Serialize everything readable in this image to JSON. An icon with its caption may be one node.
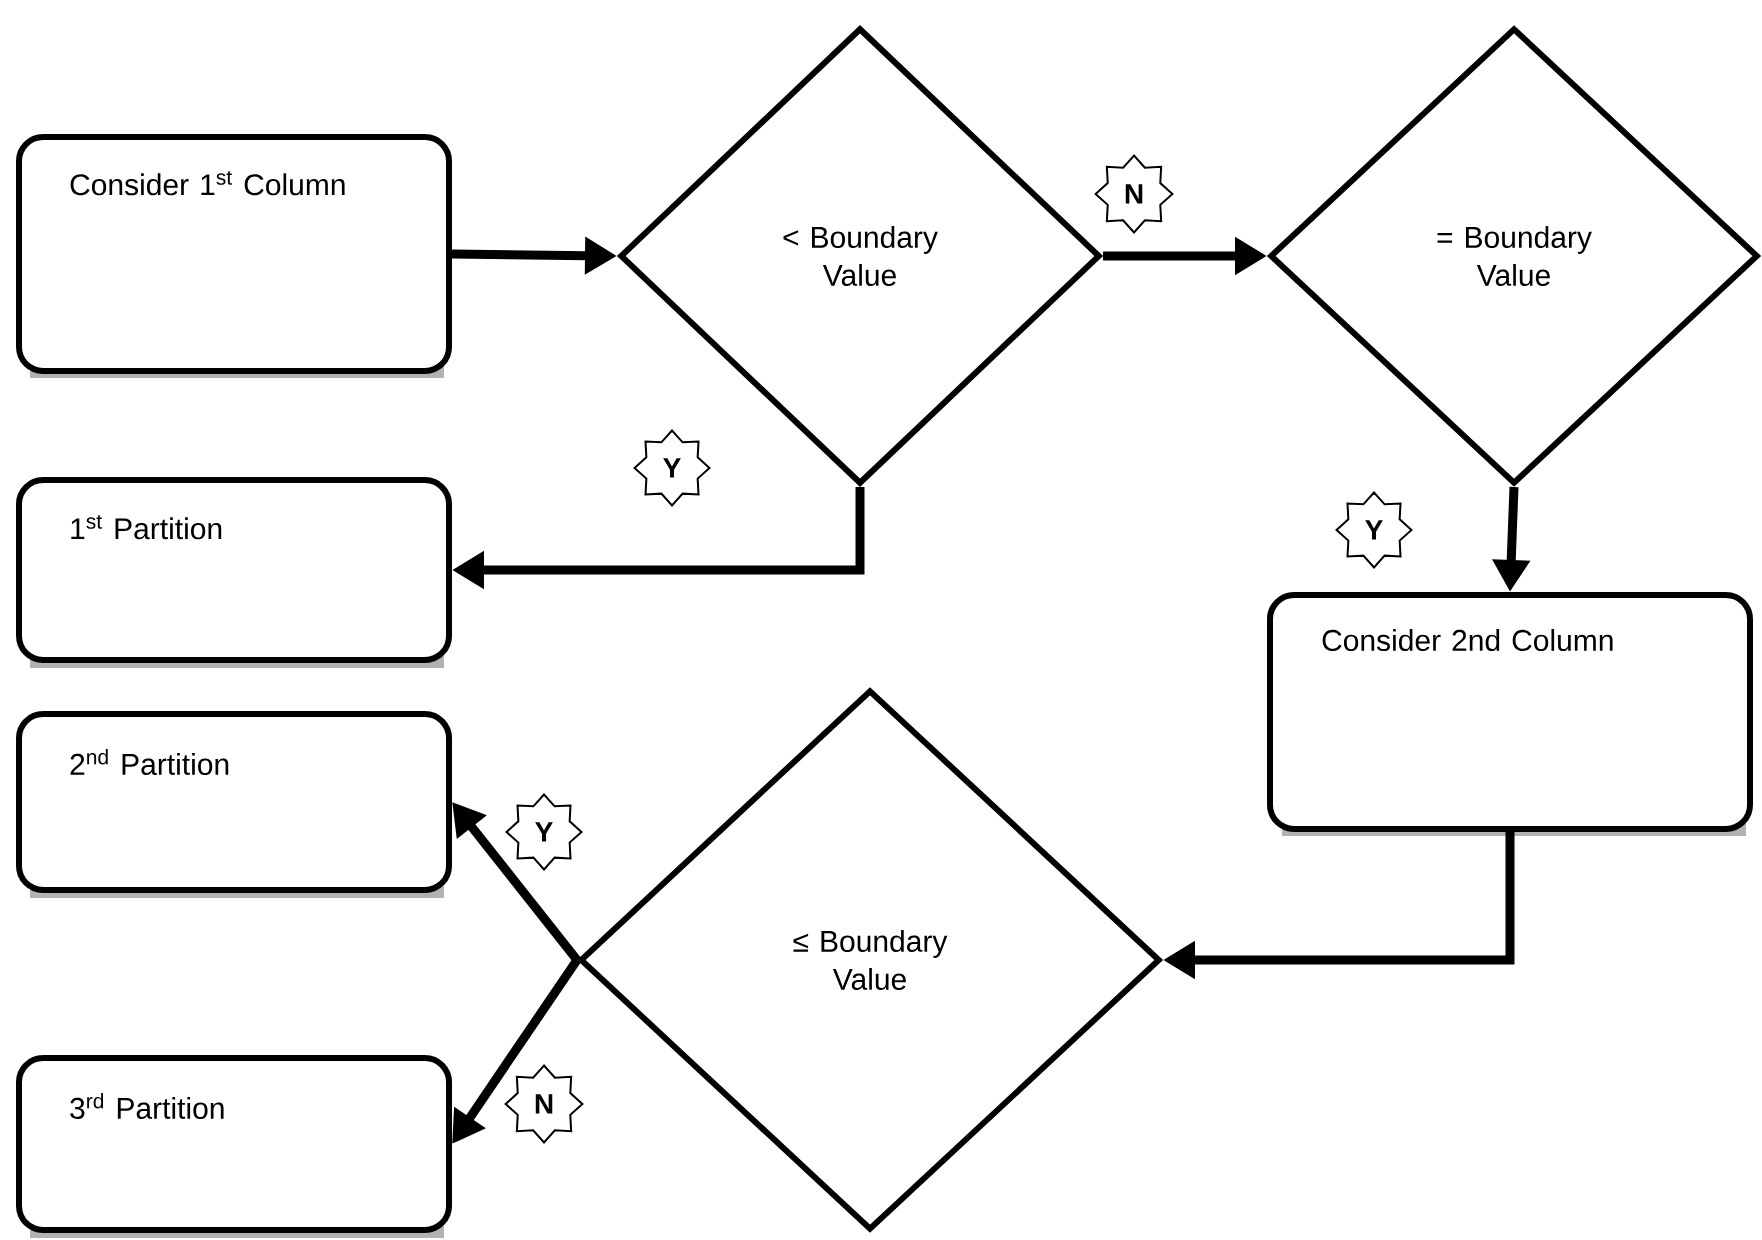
{
  "diagram": {
    "nodes": [
      {
        "text": [
          "Consider 1$^{st}$ Column"
        ]
      },
      {
        "text": [
          "< Boundary Value"
        ]
      },
      {
        "text": [
          "= Boundary Value"
        ]
      },
      {
        "text": [
          "1$^{st}$ Partition"
        ]
      },
      {
        "text": [
          "Consider 2nd Column"
        ]
      },
      {
        "text": [
          "2$^{nd}$ Partition"
        ]
      },
      {
        "text": [
          "≤ Boundary Value"
        ]
      },
      {
        "text": [
          "3$^{rd}$ Partition"
        ]
      }
    ],
    "edges": [
      {
        "from": 0,
        "to": 1,
        "arrow": "to"
      },
      {
        "from": 1,
        "to": 2,
        "arrow": "to",
        "label": "N"
      },
      {
        "from": 1,
        "to": 3,
        "arrow": "to",
        "label": "Y"
      },
      {
        "from": 2,
        "to": 4,
        "arrow": "to",
        "label": "Y"
      },
      {
        "from": 4,
        "to": 6,
        "arrow": "to"
      },
      {
        "from": 6,
        "to": 5,
        "arrow": "to",
        "label": "Y"
      },
      {
        "from": 6,
        "to": 7,
        "arrow": "to",
        "label": "N"
      }
    ]
  }
}
